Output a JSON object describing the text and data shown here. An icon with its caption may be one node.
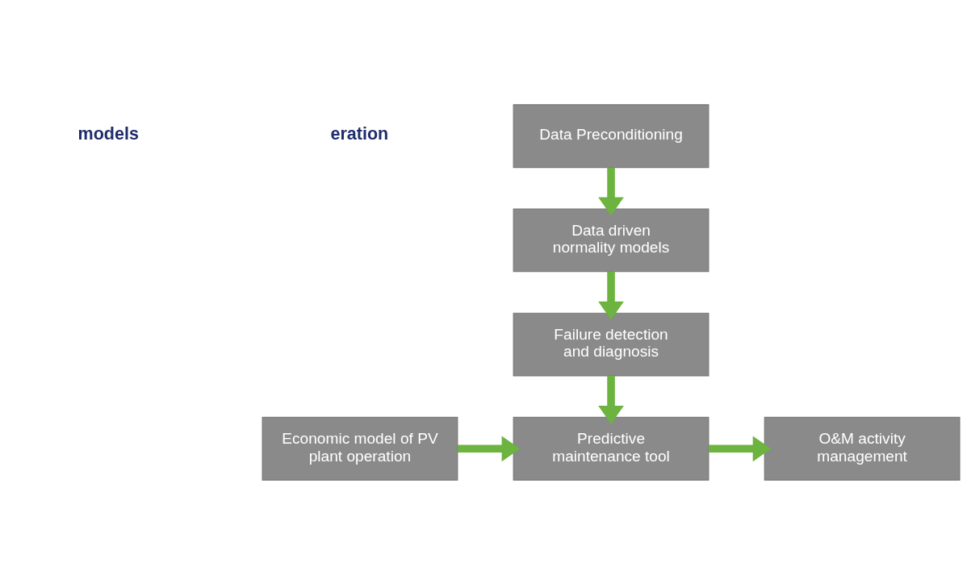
{
  "diagram": {
    "nodes": [
      {
        "text": [
          "Data Preconditioning"
        ]
      },
      {
        "text": [
          "Data driven normality models"
        ]
      },
      {
        "text": [
          "Failure detection and diagnosis"
        ]
      },
      {
        "text": [
          "Economic model of PV plant operation"
        ]
      },
      {
        "text": [
          "Predictive maintenance tool"
        ]
      },
      {
        "text": [
          "O&M activity management"
        ]
      }
    ],
    "edges": [
      {
        "from": 0,
        "to": 1,
        "arrow": "to"
      },
      {
        "from": 1,
        "to": 2,
        "arrow": "to"
      },
      {
        "from": 2,
        "to": 4,
        "arrow": "to"
      },
      {
        "from": 3,
        "to": 4,
        "arrow": "to"
      },
      {
        "from": 4,
        "to": 5,
        "arrow": "to"
      }
    ],
    "labels": [
      "models",
      "eration"
    ]
  }
}
